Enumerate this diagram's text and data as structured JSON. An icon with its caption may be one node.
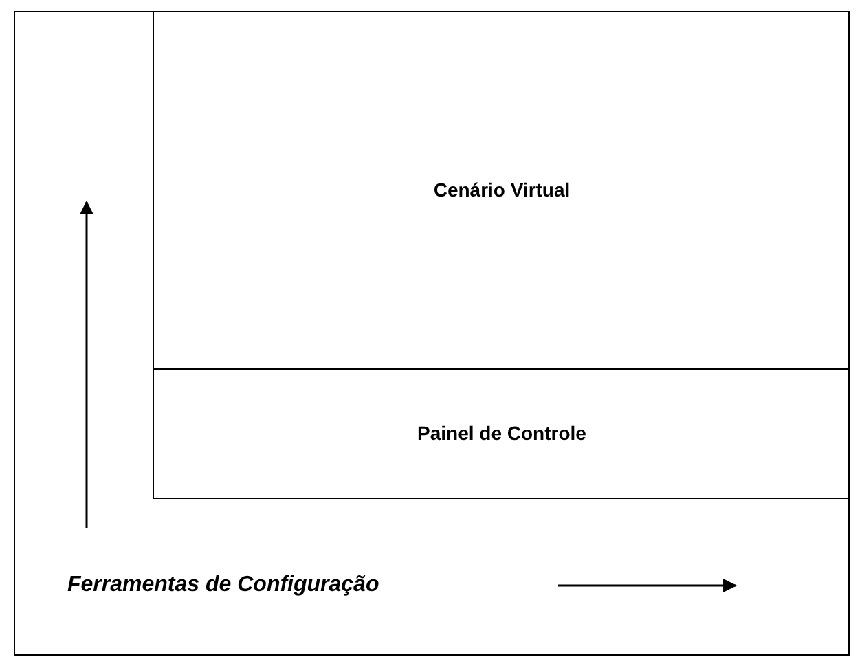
{
  "diagram": {
    "nodes": [
      {
        "text": [
          "Ferramentas de Configuração"
        ]
      },
      {
        "text": [
          "Cenário Virtual"
        ],
        "in": 0
      },
      {
        "text": [
          "Painel de Controle"
        ],
        "in": 0
      }
    ]
  }
}
